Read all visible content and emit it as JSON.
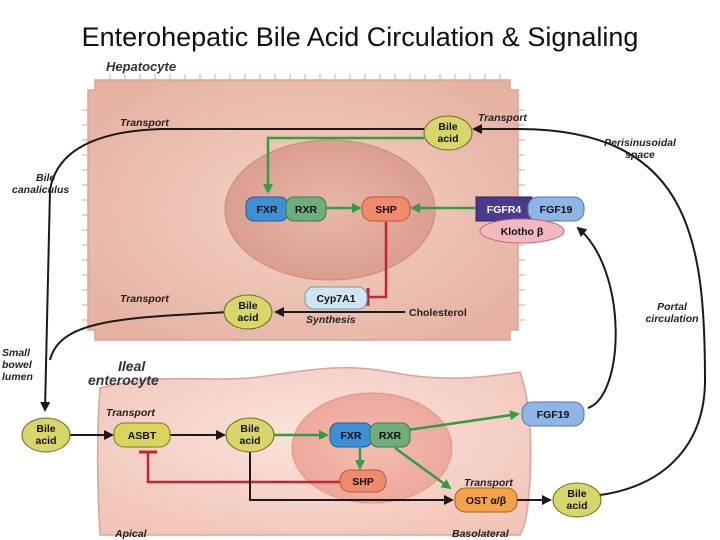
{
  "title": "Enterohepatic Bile Acid Circulation & Signaling",
  "cells": {
    "hepatocyte": "Hepatocyte",
    "ileal_line1": "Ileal",
    "ileal_line2": "enterocyte"
  },
  "labels": {
    "transport": "Transport",
    "bile_canaliculus_1": "Bile",
    "bile_canaliculus_2": "canaliculus",
    "perisinusoidal_1": "Perisinusoidal",
    "perisinusoidal_2": "space",
    "portal_1": "Portal",
    "portal_2": "circulation",
    "small_bowel_1": "Small",
    "small_bowel_2": "bowel",
    "small_bowel_3": "lumen",
    "synthesis": "Synthesis",
    "cholesterol": "Cholesterol",
    "apical": "Apical",
    "basolateral": "Basolateral"
  },
  "nodes": {
    "bile": "Bile",
    "acid": "acid",
    "fxr": "FXR",
    "rxr": "RXR",
    "shp": "SHP",
    "fgfr4": "FGFR4",
    "fgf19": "FGF19",
    "klotho": "Klotho β",
    "cyp7a1": "Cyp7A1",
    "asbt": "ASBT",
    "ost": "OST α/β"
  },
  "colors": {
    "cell": "#ecc3b4",
    "nucleus": "#e0a799",
    "green_arrow": "#2ea043",
    "red_arrow": "#c0282d",
    "bile_acid": "#d8d66a",
    "fxr": "#3d8fd6",
    "rxr": "#6fae7c",
    "shp": "#f08a6a",
    "fgfr4": "#4b3a8c",
    "fgf19": "#8fb4e6",
    "klotho": "#f2b7bf",
    "cyp7a1": "#cfe6f2",
    "asbt": "#d9d55a",
    "ost": "#f2a34a"
  }
}
